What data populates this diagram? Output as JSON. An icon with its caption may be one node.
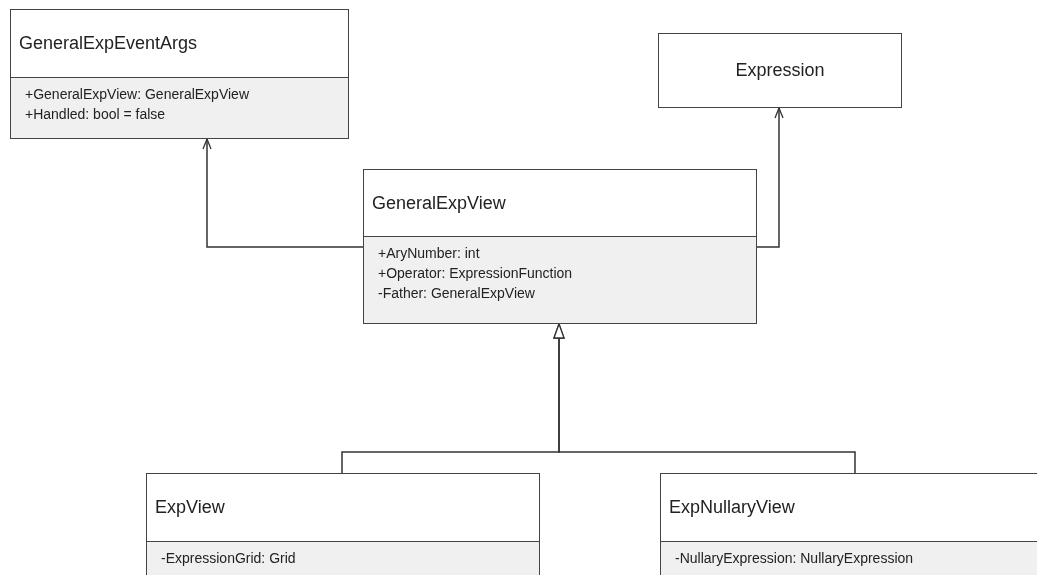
{
  "diagram": {
    "nodes": [
      {
        "text": [
          "GeneralExpEventArgs",
          "+GeneralExpView: GeneralExpView",
          "+Handled: bool = false"
        ]
      },
      {
        "text": [
          "Expression"
        ]
      },
      {
        "text": [
          "GeneralExpView",
          "+AryNumber: int",
          "+Operator: ExpressionFunction",
          "-Father: GeneralExpView"
        ]
      },
      {
        "text": [
          "ExpView",
          "-ExpressionGrid: Grid"
        ]
      },
      {
        "text": [
          "ExpNullaryView",
          "-NullaryExpression: NullaryExpression"
        ]
      }
    ],
    "edges": [
      {
        "from": 2,
        "to": 0,
        "arrow": "to"
      },
      {
        "from": 2,
        "to": 1,
        "arrow": "to"
      },
      {
        "from": 3,
        "to": 2,
        "arrow": "to"
      },
      {
        "from": 4,
        "to": 2,
        "arrow": "to"
      }
    ]
  }
}
